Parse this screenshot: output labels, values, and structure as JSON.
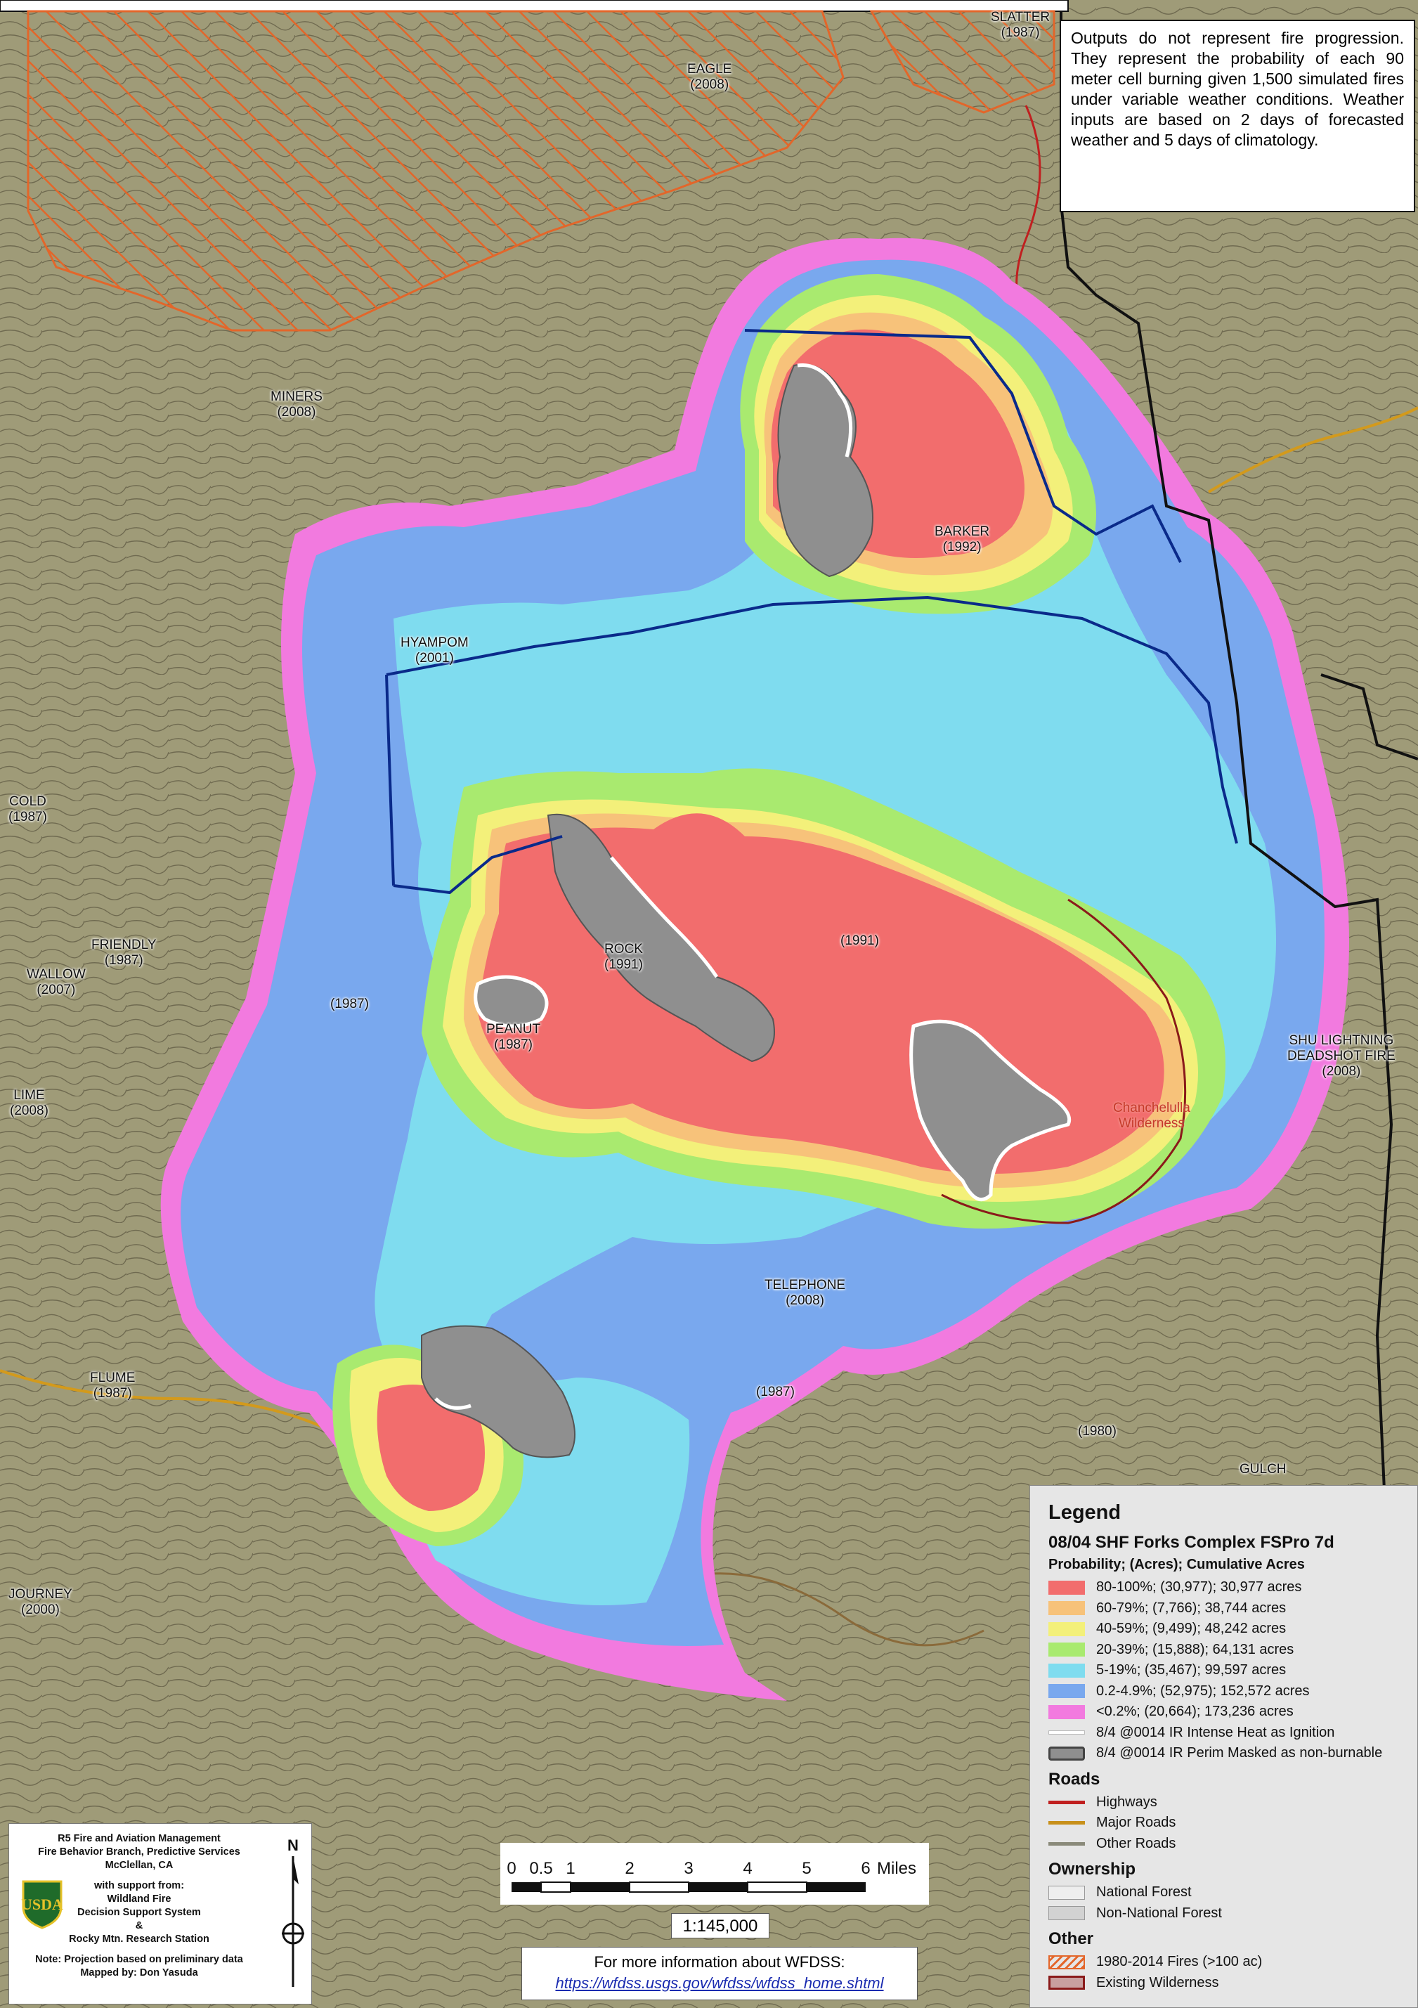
{
  "note_text": "Outputs do not represent fire progression. They represent the probability of each 90 meter cell burning given 1,500 simulated fires under variable weather conditions. Weather inputs are based on 2 days of forecasted weather and 5 days of climatology.",
  "place_labels": {
    "slater": "SLATTER",
    "slater_year": "(1987)",
    "eagle": "EAGLE",
    "eagle_year": "(2008)",
    "miners": "MINERS",
    "miners_year": "(2008)",
    "hyampom": "HYAMPOM",
    "hyampom_year": "(2001)",
    "barker": "BARKER",
    "barker_year": "(1992)",
    "cold": "COLD",
    "cold_year": "(1987)",
    "friendly": "FRIENDLY",
    "friendly_year": "(1987)",
    "wallow": "WALLOW",
    "wallow_year": "(2007)",
    "year_1987_west": "(1987)",
    "rock": "ROCK",
    "rock_year": "(1991)",
    "year_1991": "(1991)",
    "peanut": "PEANUT",
    "peanut_year": "(1987)",
    "lime": "LIME",
    "lime_year": "(2008)",
    "shu_lightning": "SHU LIGHTNING",
    "deadshot": "DEADSHOT FIRE",
    "deadshot_year": "(2008)",
    "chanchelulla": "Chanchelulla",
    "wilderness": "Wilderness",
    "telephone": "TELEPHONE",
    "telephone_year": "(2008)",
    "flume": "FLUME",
    "flume_year": "(1987)",
    "year_1987_south": "(1987)",
    "year_1980": "(1980)",
    "gulch": "GULCH",
    "journey": "JOURNEY",
    "journey_year": "(2000)"
  },
  "legend": {
    "title": "Legend",
    "subtitle": "08/04 SHF Forks Complex FSPro 7d",
    "header": "Probability; (Acres); Cumulative Acres",
    "classes": [
      {
        "label": "80-100%; (30,977); 30,977 acres",
        "color": "#f26d6d"
      },
      {
        "label": "60-79%; (7,766); 38,744 acres",
        "color": "#f7c27a"
      },
      {
        "label": "40-59%; (9,499); 48,242 acres",
        "color": "#f3f07a"
      },
      {
        "label": "20-39%; (15,888); 64,131 acres",
        "color": "#a9ea6f"
      },
      {
        "label": "5-19%; (35,467); 99,597 acres",
        "color": "#7fdcef"
      },
      {
        "label": "0.2-4.9%; (52,975); 152,572 acres",
        "color": "#79a8ee"
      },
      {
        "label": "<0.2%; (20,664); 173,236 acres",
        "color": "#f27adf"
      }
    ],
    "ignition_label": "8/4 @0014 IR Intense Heat as Ignition",
    "perimeter_label": "8/4 @0014 IR Perim Masked as non-burnable",
    "roads_title": "Roads",
    "roads": [
      {
        "label": "Highways",
        "color": "#c02020"
      },
      {
        "label": "Major Roads",
        "color": "#c8901a"
      },
      {
        "label": "Other Roads",
        "color": "#8a8a7a"
      }
    ],
    "ownership_title": "Ownership",
    "ownership": [
      {
        "label": "National Forest",
        "color": "#eeeeee"
      },
      {
        "label": "Non-National Forest",
        "color": "#d2d2d2"
      }
    ],
    "other_title": "Other",
    "other": [
      {
        "label": "1980-2014 Fires (>100 ac)"
      },
      {
        "label": "Existing Wilderness"
      }
    ]
  },
  "credits": {
    "line1": "R5 Fire and Aviation Management",
    "line2": "Fire Behavior Branch, Predictive Services",
    "line3": "McClellan, CA",
    "line4": "with support from:",
    "line5": "Wildland Fire",
    "line6": "Decision Support System",
    "line7": "&",
    "line8": "Rocky Mtn. Research Station",
    "line9": "Note: Projection based on preliminary data",
    "line10": "Mapped by: Don Yasuda",
    "shield_text": "USDA"
  },
  "scale_bar": {
    "ticks": [
      "0",
      "0.5",
      "1",
      "2",
      "3",
      "4",
      "5",
      "6"
    ],
    "unit": "Miles",
    "ratio": "1:145,000"
  },
  "info": {
    "text": "For more information about WFDSS:",
    "url": "https://wfdss.usgs.gov/wfdss/wfdss_home.shtml"
  },
  "colors": {
    "terrain": "#9c9a7a",
    "fire_history": "#e3662a",
    "wilderness": "#8a1a1a",
    "boundary_blue": "#0a2a8a"
  }
}
